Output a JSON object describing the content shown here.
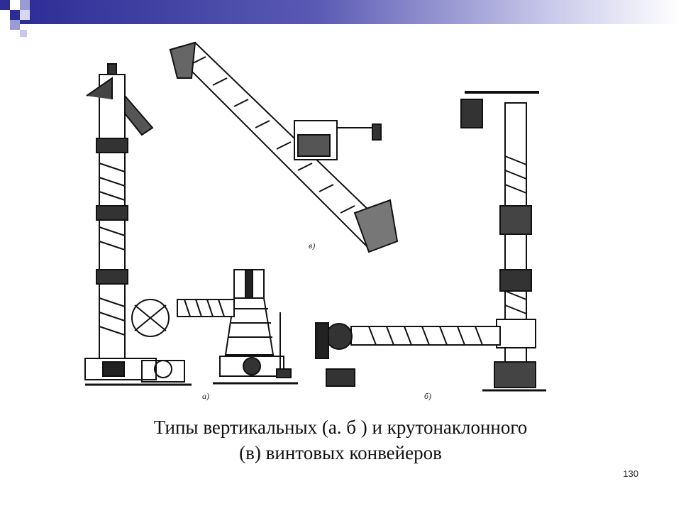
{
  "slide": {
    "caption_line1": "Типы вертикальных (а. б ) и крутонаклонного",
    "caption_line2": "(в) винтовых конвейеров",
    "page_number": "130"
  },
  "figure": {
    "label_a": "а)",
    "label_b": "б)",
    "label_c": "в)"
  },
  "colors": {
    "header_dark": "#2d2d96",
    "header_light": "#c8c8ea",
    "ink": "#111111"
  }
}
